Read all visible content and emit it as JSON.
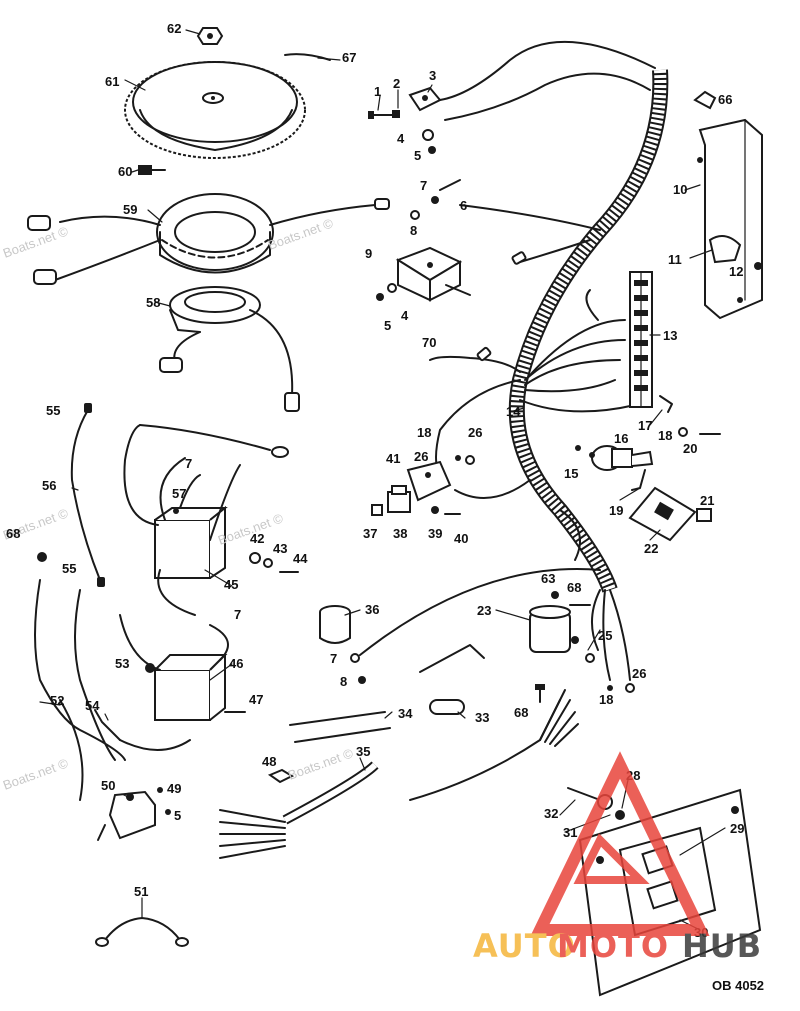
{
  "callouts": [
    {
      "id": "c1",
      "label": "1"
    },
    {
      "id": "c2",
      "label": "2"
    },
    {
      "id": "c3",
      "label": "3"
    },
    {
      "id": "c4a",
      "label": "4"
    },
    {
      "id": "c4b",
      "label": "4"
    },
    {
      "id": "c5a",
      "label": "5"
    },
    {
      "id": "c5b",
      "label": "5"
    },
    {
      "id": "c5c",
      "label": "5"
    },
    {
      "id": "c6",
      "label": "6"
    },
    {
      "id": "c7a",
      "label": "7"
    },
    {
      "id": "c7b",
      "label": "7"
    },
    {
      "id": "c7c",
      "label": "7"
    },
    {
      "id": "c7d",
      "label": "7"
    },
    {
      "id": "c8a",
      "label": "8"
    },
    {
      "id": "c8b",
      "label": "8"
    },
    {
      "id": "c9",
      "label": "9"
    },
    {
      "id": "c10",
      "label": "10"
    },
    {
      "id": "c11",
      "label": "11"
    },
    {
      "id": "c12",
      "label": "12"
    },
    {
      "id": "c13",
      "label": "13"
    },
    {
      "id": "c14",
      "label": "14"
    },
    {
      "id": "c15",
      "label": "15"
    },
    {
      "id": "c16",
      "label": "16"
    },
    {
      "id": "c17",
      "label": "17"
    },
    {
      "id": "c18a",
      "label": "18"
    },
    {
      "id": "c18b",
      "label": "18"
    },
    {
      "id": "c18c",
      "label": "18"
    },
    {
      "id": "c19",
      "label": "19"
    },
    {
      "id": "c20",
      "label": "20"
    },
    {
      "id": "c21",
      "label": "21"
    },
    {
      "id": "c22",
      "label": "22"
    },
    {
      "id": "c23",
      "label": "23"
    },
    {
      "id": "c25",
      "label": "25"
    },
    {
      "id": "c26a",
      "label": "26"
    },
    {
      "id": "c26b",
      "label": "26"
    },
    {
      "id": "c26c",
      "label": "26"
    },
    {
      "id": "c28",
      "label": "28"
    },
    {
      "id": "c29",
      "label": "29"
    },
    {
      "id": "c30",
      "label": "30"
    },
    {
      "id": "c31",
      "label": "31"
    },
    {
      "id": "c32",
      "label": "32"
    },
    {
      "id": "c33",
      "label": "33"
    },
    {
      "id": "c34",
      "label": "34"
    },
    {
      "id": "c35",
      "label": "35"
    },
    {
      "id": "c36",
      "label": "36"
    },
    {
      "id": "c37",
      "label": "37"
    },
    {
      "id": "c38",
      "label": "38"
    },
    {
      "id": "c39",
      "label": "39"
    },
    {
      "id": "c40",
      "label": "40"
    },
    {
      "id": "c41",
      "label": "41"
    },
    {
      "id": "c42",
      "label": "42"
    },
    {
      "id": "c43",
      "label": "43"
    },
    {
      "id": "c44",
      "label": "44"
    },
    {
      "id": "c45",
      "label": "45"
    },
    {
      "id": "c46",
      "label": "46"
    },
    {
      "id": "c47",
      "label": "47"
    },
    {
      "id": "c48",
      "label": "48"
    },
    {
      "id": "c49",
      "label": "49"
    },
    {
      "id": "c50",
      "label": "50"
    },
    {
      "id": "c51",
      "label": "51"
    },
    {
      "id": "c52",
      "label": "52"
    },
    {
      "id": "c53",
      "label": "53"
    },
    {
      "id": "c54",
      "label": "54"
    },
    {
      "id": "c55a",
      "label": "55"
    },
    {
      "id": "c55b",
      "label": "55"
    },
    {
      "id": "c56",
      "label": "56"
    },
    {
      "id": "c57",
      "label": "57"
    },
    {
      "id": "c58",
      "label": "58"
    },
    {
      "id": "c59",
      "label": "59"
    },
    {
      "id": "c60",
      "label": "60"
    },
    {
      "id": "c61",
      "label": "61"
    },
    {
      "id": "c62",
      "label": "62"
    },
    {
      "id": "c63",
      "label": "63"
    },
    {
      "id": "c66",
      "label": "66"
    },
    {
      "id": "c67",
      "label": "67"
    },
    {
      "id": "c68a",
      "label": "68"
    },
    {
      "id": "c68b",
      "label": "68"
    },
    {
      "id": "c68c",
      "label": "68"
    },
    {
      "id": "c70",
      "label": "70"
    }
  ],
  "watermarks": [
    "Boats.net ©",
    "Boats.net ©",
    "Boats.net ©",
    "Boats.net ©",
    "Boats.net ©",
    "Boats.net ©"
  ],
  "drawing_code": "OB 4052",
  "logo": {
    "part1": "AUTO",
    "part2": "MOTO",
    "part3": "HUB",
    "color1": "#f5b63a",
    "color2": "#e8453c",
    "color3": "#3a3a3a"
  }
}
